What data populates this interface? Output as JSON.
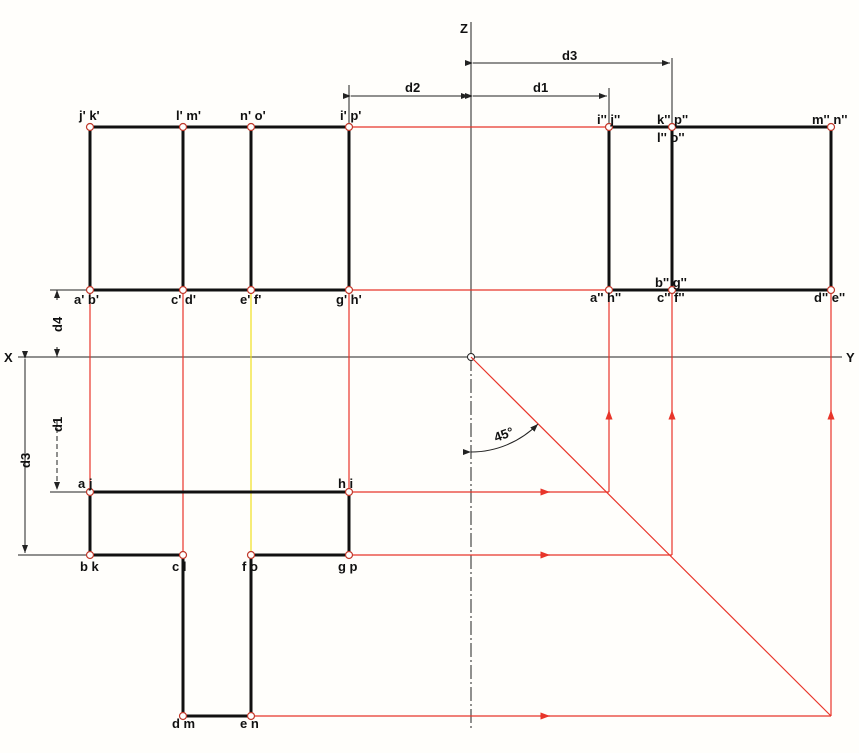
{
  "axes": {
    "x": "X",
    "y": "Y",
    "z": "Z"
  },
  "angle_label": "45°",
  "dimensions": {
    "top_d3": "d3",
    "top_d2": "d2",
    "top_d1": "d1",
    "left_d4": "d4",
    "left_d1": "d1",
    "left_d3": "d3"
  },
  "front_view": {
    "top": [
      "j' k'",
      "l' m'",
      "n' o'",
      "i' p'"
    ],
    "bottom": [
      "a' b'",
      "c' d'",
      "e' f'",
      "g' h'"
    ]
  },
  "side_view": {
    "top": [
      "i'' j''",
      "k'' p''",
      "l'' o''",
      "m'' n''"
    ],
    "bottom": [
      "a'' h''",
      "b'' g''",
      "c'' f''",
      "d'' e''"
    ]
  },
  "top_view": {
    "row1": [
      "a j",
      "h i"
    ],
    "row2": [
      "b k",
      "c l",
      "f o",
      "g p"
    ],
    "row3": [
      "d m",
      "e n"
    ]
  },
  "colors": {
    "object": "#111111",
    "projection": "#e8352a",
    "projection_alt": "#f0e020"
  }
}
